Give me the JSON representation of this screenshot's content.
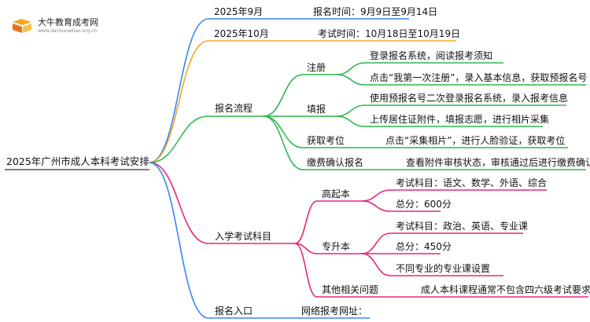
{
  "logo": {
    "name": "大牛教育成考网",
    "url": "www.daniuxueliao.org.cn"
  },
  "root": "2025年广州市成人本科考试安排",
  "colors": {
    "blue": "#3a86f0",
    "orange": "#f5a623",
    "green": "#2db84f",
    "magenta": "#e6267a"
  },
  "nodes": {
    "sep": "2025年9月",
    "sep_detail": "报名时间：9月9日至9月14日",
    "oct": "2025年10月",
    "oct_detail": "考试时间：10月18日至10月19日",
    "process": "报名流程",
    "register": "注册",
    "register_1": "登录报名系统，阅读报考须知",
    "register_2": "点击“我第一次注册”，录入基本信息，获取预报名号",
    "fill": "填报",
    "fill_1": "使用预报名号二次登录报名系统，录入报考信息",
    "fill_2": "上传居住证附件，填报志愿，进行相片采集",
    "seat": "获取考位",
    "seat_1": "点击“采集相片”，进行人脸验证，获取考位",
    "pay": "缴费确认报名",
    "pay_1": "查看附件审核状态，审核通过后进行缴费确认",
    "subjects": "入学考试科目",
    "gqb": "高起本",
    "gqb_1": "考试科目：语文、数学、外语、综合",
    "gqb_2": "总分：600分",
    "zsb": "专升本",
    "zsb_1": "考试科目：政治、英语、专业课",
    "zsb_2": "总分：450分",
    "zsb_3": "不同专业的专业课设置",
    "other": "其他相关问题",
    "other_1": "成人本科课程通常不包含四六级考试要求",
    "entry": "报名入口",
    "entry_1": "网络报考网址："
  }
}
